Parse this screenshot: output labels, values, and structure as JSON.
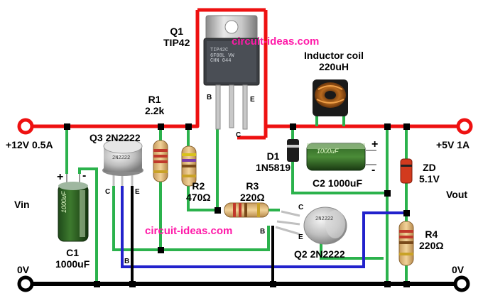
{
  "watermark": "circuit-ideas.com",
  "labels": {
    "q1_name": "Q1",
    "q1_part": "TIP42",
    "r1_name": "R1",
    "r1_value": "2.2k",
    "inductor_name": "Inductor coil",
    "inductor_value": "220uH",
    "input_rating": "+12V 0.5A",
    "output_rating": "+5V 1A",
    "q3": "Q3 2N2222",
    "d1_name": "D1",
    "d1_part": "1N5819",
    "c2": "C2 1000uF",
    "zd_name": "ZD",
    "zd_value": "5.1V",
    "vin": "Vin",
    "vout": "Vout",
    "r2_name": "R2",
    "r2_value": "470Ω",
    "r3_name": "R3",
    "r3_value": "220Ω",
    "r4_name": "R4",
    "r4_value": "220Ω",
    "c1_name": "C1",
    "c1_value": "1000uF",
    "q2": "Q2 2N2222",
    "gnd_left": "0V",
    "gnd_right": "0V"
  },
  "pins": {
    "q1_b": "B",
    "q1_c": "C",
    "q1_e": "E",
    "q3_c": "C",
    "q3_b": "B",
    "q3_e": "E",
    "q2_c": "C",
    "q2_b": "B",
    "q2_e": "E"
  },
  "polarity": {
    "c1_plus": "+",
    "c1_minus": "-",
    "c2_plus": "+",
    "c2_minus": "-"
  },
  "markings": {
    "q1_line1": "TIP42C",
    "q1_line2": "6F08L VW",
    "q1_line3": "CHN 044",
    "q3_body": "2N2222",
    "q2_body": "2N2222",
    "c1_body": "1000uF",
    "c2_body": "1000uF"
  },
  "colors": {
    "wire_green": "#2bb24c",
    "wire_red": "#ee1111",
    "wire_blue": "#2222cc",
    "wire_black": "#000000",
    "rail_black": "#000000"
  }
}
